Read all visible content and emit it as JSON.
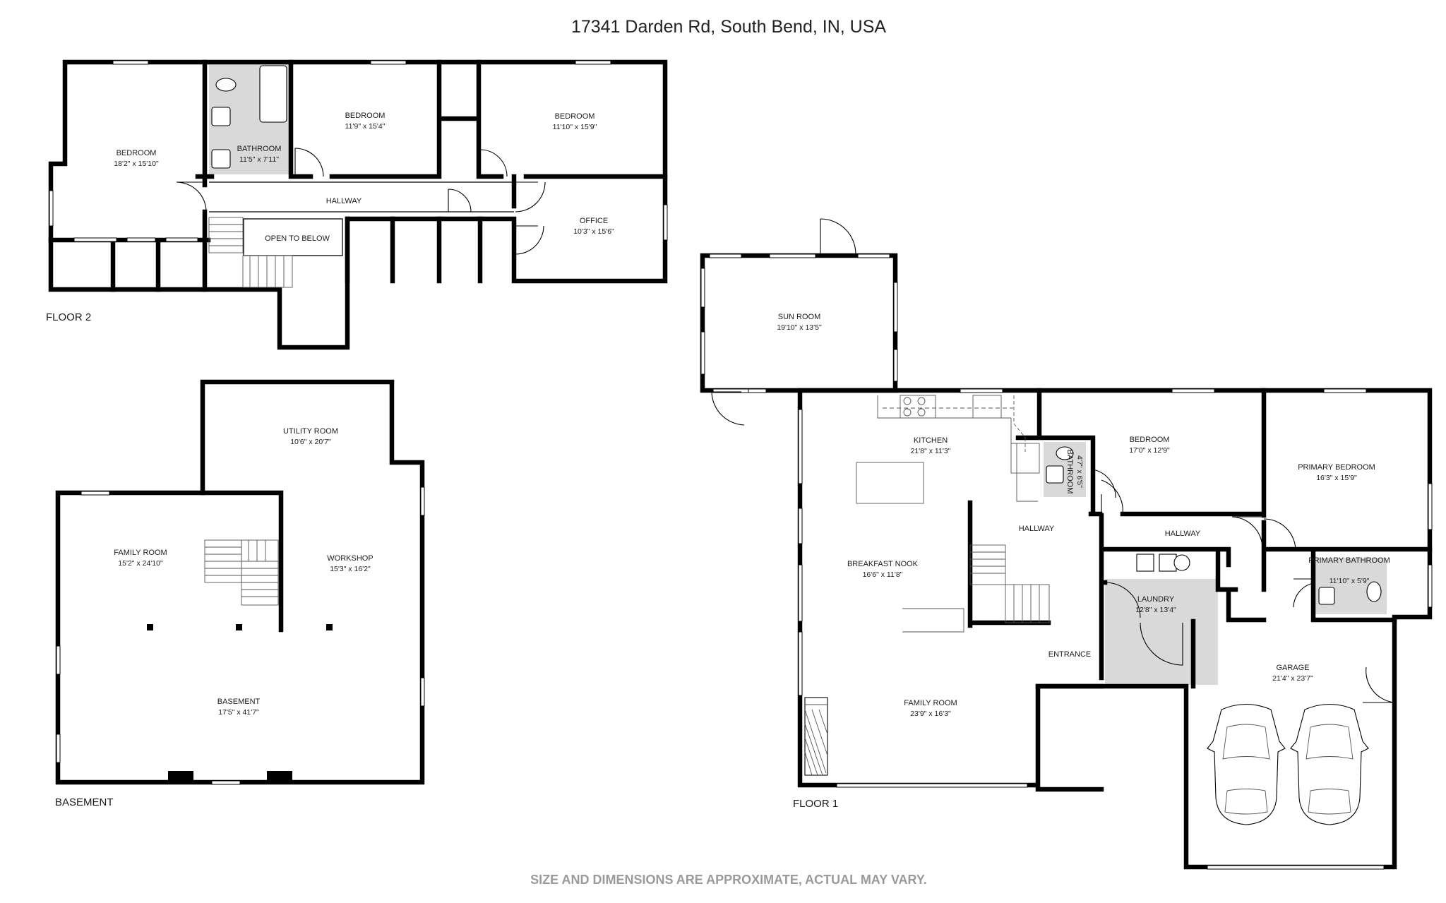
{
  "title": "17341 Darden Rd, South Bend, IN, USA",
  "disclaimer": "SIZE AND DIMENSIONS ARE APPROXIMATE, ACTUAL MAY VARY.",
  "floors": [
    {
      "label": "FLOOR 2",
      "rooms": [
        {
          "name": "BEDROOM",
          "dims": "18'2\" x 15'10\""
        },
        {
          "name": "BATHROOM",
          "dims": "11'5\" x 7'11\""
        },
        {
          "name": "BEDROOM",
          "dims": "11'9\" x 15'4\""
        },
        {
          "name": "BEDROOM",
          "dims": "11'10\" x 15'9\""
        },
        {
          "name": "HALLWAY",
          "dims": ""
        },
        {
          "name": "OPEN TO BELOW",
          "dims": ""
        },
        {
          "name": "OFFICE",
          "dims": "10'3\" x 15'6\""
        }
      ]
    },
    {
      "label": "BASEMENT",
      "rooms": [
        {
          "name": "UTILITY ROOM",
          "dims": "10'6\" x 20'7\""
        },
        {
          "name": "FAMILY ROOM",
          "dims": "15'2\" x 24'10\""
        },
        {
          "name": "WORKSHOP",
          "dims": "15'3\" x 16'2\""
        },
        {
          "name": "BASEMENT",
          "dims": "17'5\" x 41'7\""
        }
      ]
    },
    {
      "label": "FLOOR 1",
      "rooms": [
        {
          "name": "SUN ROOM",
          "dims": "19'10\" x 13'5\""
        },
        {
          "name": "KITCHEN",
          "dims": "21'8\" x 11'3\""
        },
        {
          "name": "BATHROOM",
          "dims": "4'7\" x 6'5\""
        },
        {
          "name": "BEDROOM",
          "dims": "17'0\" x 12'9\""
        },
        {
          "name": "PRIMARY BEDROOM",
          "dims": "16'3\" x 15'9\""
        },
        {
          "name": "HALLWAY",
          "dims": ""
        },
        {
          "name": "HALLWAY",
          "dims": ""
        },
        {
          "name": "BREAKFAST NOOK",
          "dims": "16'6\" x 11'8\""
        },
        {
          "name": "LAUNDRY",
          "dims": "12'8\" x 13'4\""
        },
        {
          "name": "PRIMARY BATHROOM",
          "dims": "11'10\" x 5'9\""
        },
        {
          "name": "ENTRANCE",
          "dims": ""
        },
        {
          "name": "GARAGE",
          "dims": "21'4\" x 23'7\""
        },
        {
          "name": "FAMILY ROOM",
          "dims": "23'9\" x 16'3\""
        }
      ]
    }
  ]
}
